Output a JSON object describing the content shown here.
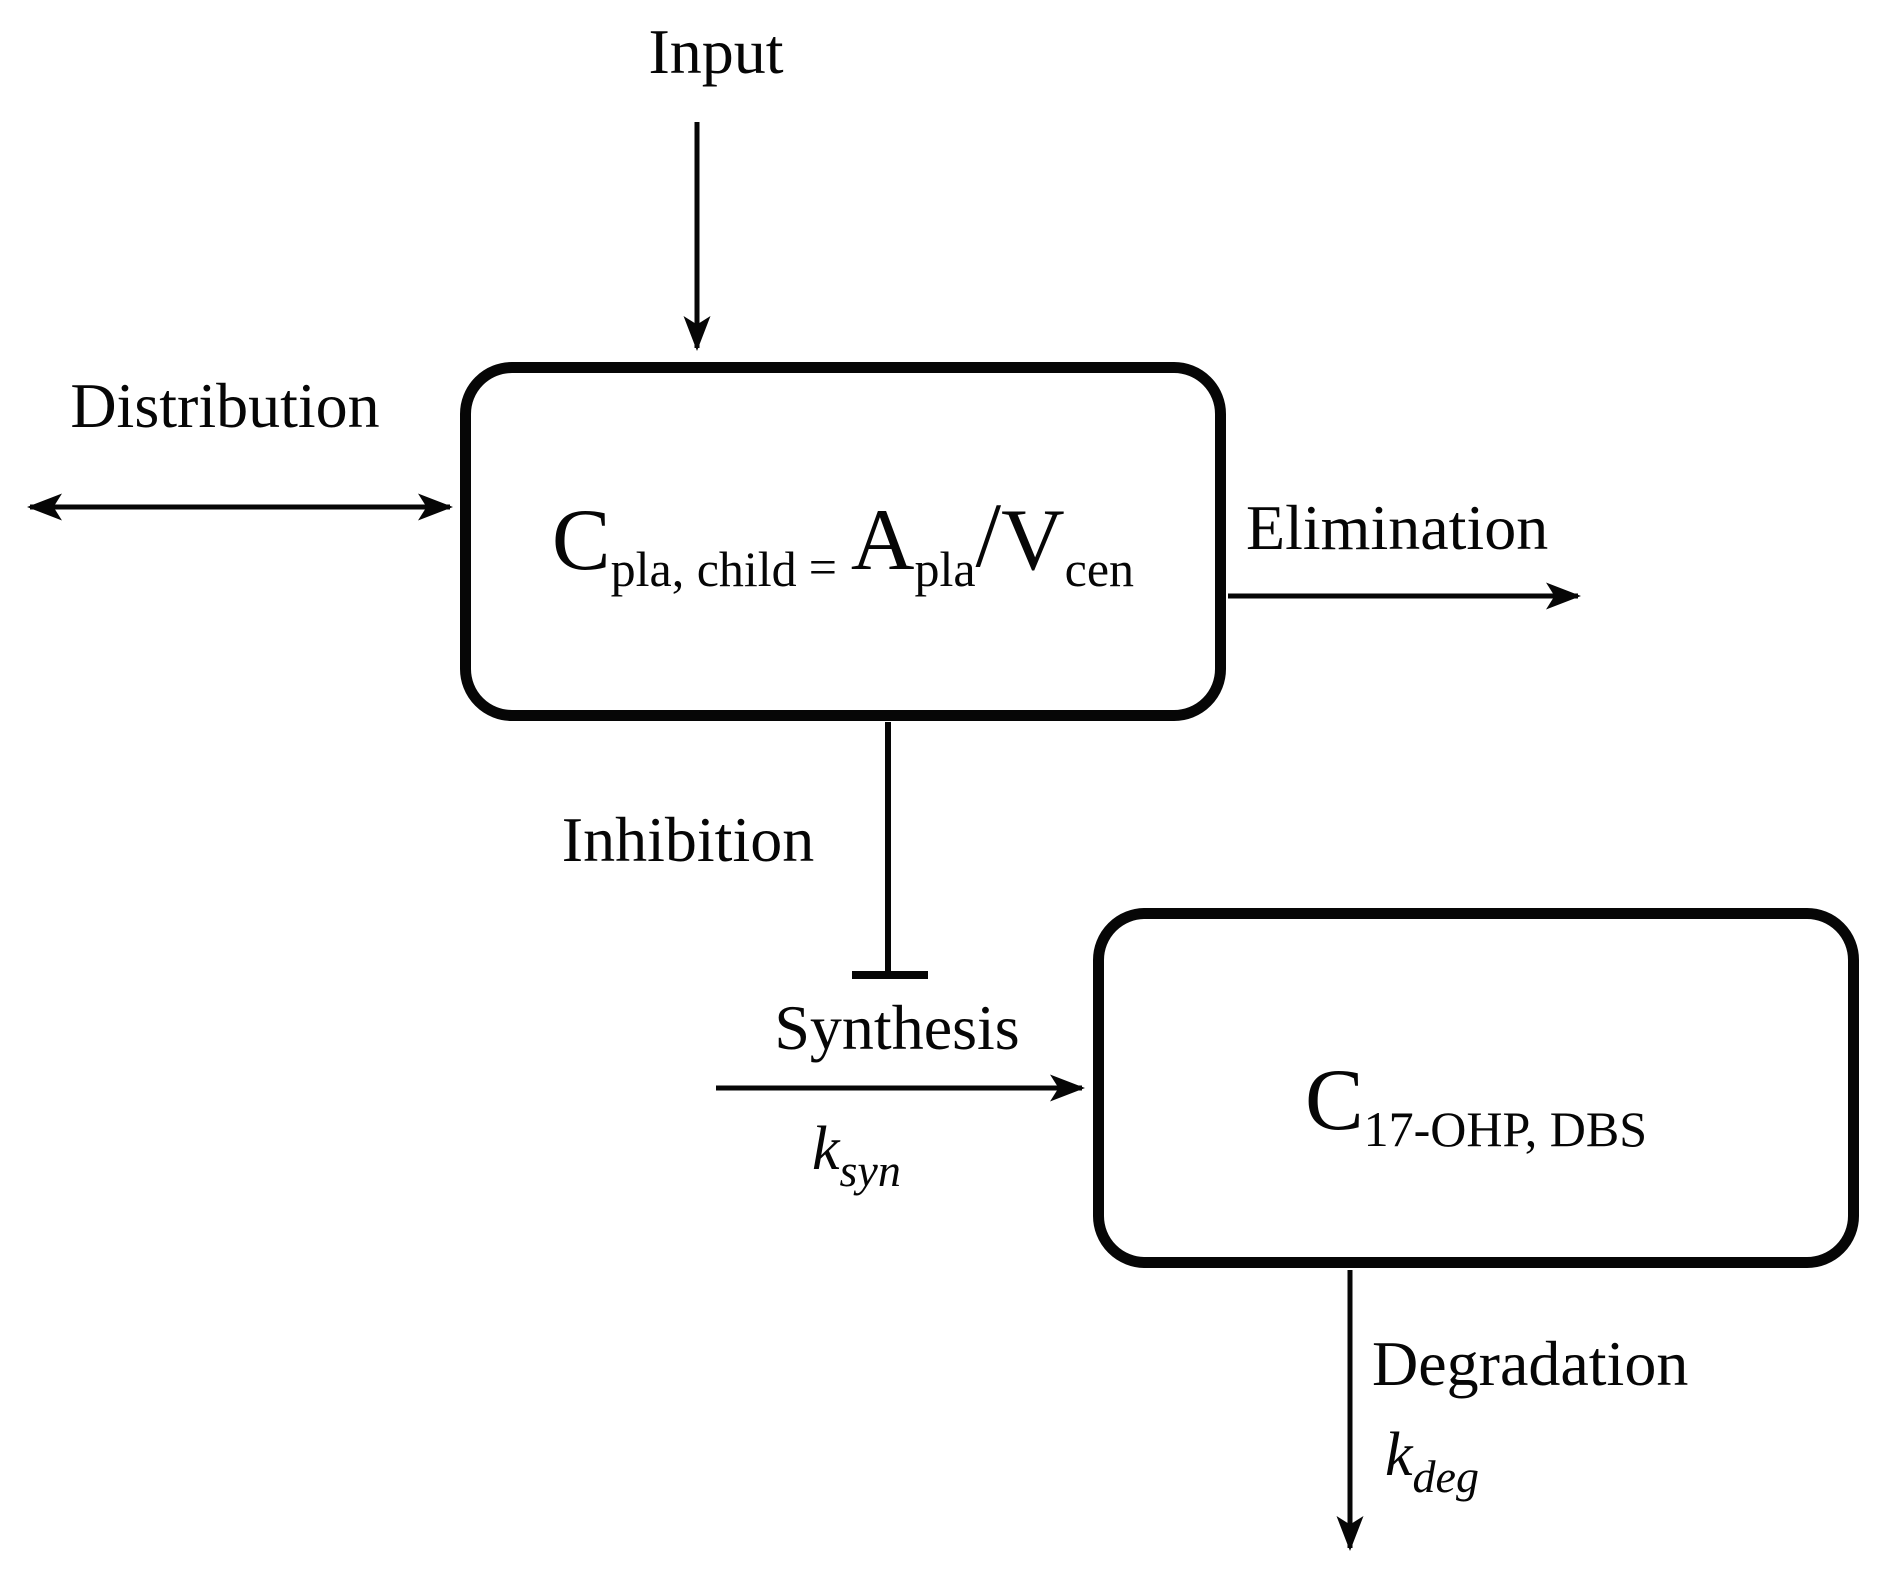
{
  "labels": {
    "input": "Input",
    "distribution": "Distribution",
    "elimination": "Elimination",
    "inhibition": "Inhibition",
    "synthesis": "Synthesis",
    "degradation": "Degradation"
  },
  "equations": {
    "plasma": {
      "c": "C",
      "c_sub": "pla, child",
      "equals": "=",
      "a": "A",
      "a_sub": "pla",
      "slash": "/",
      "v": "V",
      "v_sub": "cen"
    },
    "dbs": {
      "c": "C",
      "c_sub": "17-OHP, DBS"
    }
  },
  "rates": {
    "syn_base": "k",
    "syn_sub": "syn",
    "deg_base": "k",
    "deg_sub": "deg"
  },
  "colors": {
    "line": "#060606",
    "background": "#ffffff"
  }
}
